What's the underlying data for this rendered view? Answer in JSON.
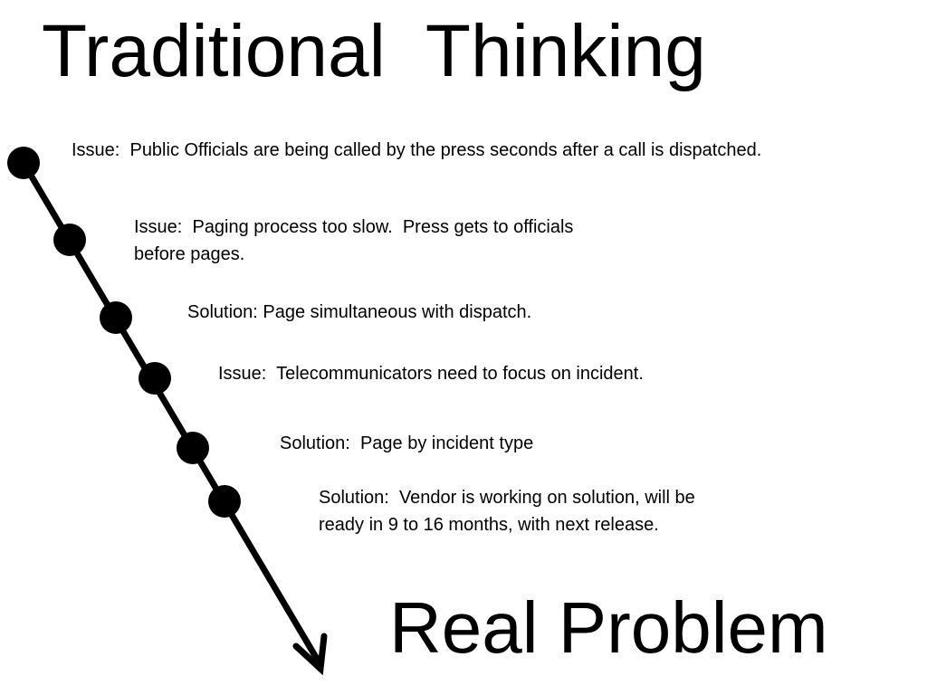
{
  "title": "Traditional  Thinking",
  "steps": [
    {
      "text": "Issue:  Public Officials are being called by the press seconds after a call is dispatched."
    },
    {
      "text": "Issue:  Paging process too slow.  Press gets to officials before pages."
    },
    {
      "text": "Solution: Page simultaneous with dispatch."
    },
    {
      "text": "Issue:  Telecommunicators need to focus on incident."
    },
    {
      "text": "Solution:  Page by incident type"
    },
    {
      "text": "Solution:  Vendor is working on solution, will be ready in 9 to 16 months, with next release."
    }
  ],
  "conclusion": "Real Problem"
}
